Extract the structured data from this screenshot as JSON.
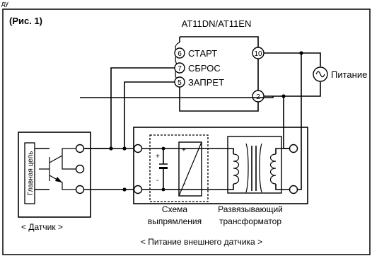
{
  "figure": {
    "caption": "(Рис. 1)",
    "header_fragment": "ду"
  },
  "relay": {
    "model": "AT11DN/AT11EN",
    "terminals": [
      {
        "num": "6",
        "label": "СТАРТ"
      },
      {
        "num": "7",
        "label": "СБРОС"
      },
      {
        "num": "5",
        "label": "ЗАПРЕТ"
      }
    ],
    "power_terminals": [
      "10",
      "2"
    ]
  },
  "power_supply": {
    "label": "Питание",
    "symbol": "~"
  },
  "sensor": {
    "circuit_label": "Главная цепь",
    "caption": "< Датчик >"
  },
  "supply_block": {
    "rectifier_label": [
      "Схема",
      "выпрямления"
    ],
    "transformer_label": [
      "Развязывающий",
      "трансформатор"
    ],
    "caption": "< Питание внешнего датчика >"
  }
}
